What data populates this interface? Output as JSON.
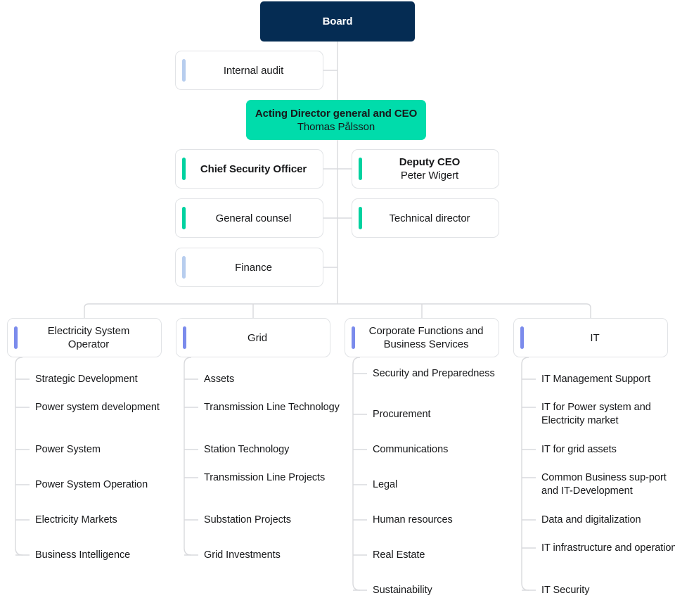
{
  "colors": {
    "board_bg": "#052c53",
    "ceo_bg": "#00dcab",
    "accent_teal": "#00d2a0",
    "accent_lightblue": "#b7cdee",
    "accent_periwinkle": "#7b8bec",
    "line": "#d9dadd",
    "text": "#17181a",
    "box_border": "#e1e3e6"
  },
  "top": {
    "board": {
      "title": "Board"
    },
    "ceo": {
      "title": "Acting Director general and CEO",
      "name": "Thomas Pålsson"
    }
  },
  "staff": [
    {
      "id": "internal-audit",
      "title": "Internal audit",
      "name": "",
      "accent": "lightblue",
      "bold": false,
      "side": "left"
    },
    {
      "id": "cso",
      "title": "Chief Security Officer",
      "name": "",
      "accent": "teal",
      "bold": true,
      "side": "left"
    },
    {
      "id": "general-counsel",
      "title": "General counsel",
      "name": "",
      "accent": "teal",
      "bold": false,
      "side": "left"
    },
    {
      "id": "finance",
      "title": "Finance",
      "name": "",
      "accent": "lightblue",
      "bold": false,
      "side": "left"
    },
    {
      "id": "deputy-ceo",
      "title": "Deputy CEO",
      "name": "Peter Wigert",
      "accent": "teal",
      "bold": true,
      "side": "right"
    },
    {
      "id": "technical-director",
      "title": "Technical director",
      "name": "",
      "accent": "teal",
      "bold": false,
      "side": "right"
    }
  ],
  "divisions": [
    {
      "id": "eso",
      "title": "Electricity System Operator",
      "accent": "periwinkle",
      "items": [
        "Strategic Development",
        "Power system development",
        "Power System",
        "Power System Operation",
        "Electricity Markets",
        "Business Intelligence"
      ]
    },
    {
      "id": "grid",
      "title": "Grid",
      "accent": "periwinkle",
      "items": [
        "Assets",
        "Transmission Line Technology",
        "Station Technology",
        "Transmission Line Projects",
        "Substation Projects",
        "Grid Investments"
      ]
    },
    {
      "id": "cfbs",
      "title": "Corporate Functions and Business Services",
      "accent": "periwinkle",
      "items": [
        "Security and Preparedness",
        "Procurement",
        "Communications",
        "Legal",
        "Human resources",
        "Real Estate",
        "Sustainability"
      ]
    },
    {
      "id": "it",
      "title": "IT",
      "accent": "periwinkle",
      "items": [
        "IT Management Support",
        "IT for Power system and Electricity market",
        "IT for grid assets",
        "Common Business sup-port and IT-Development",
        "Data and digitalization",
        "IT infrastructure and operations",
        "IT Security"
      ]
    }
  ]
}
